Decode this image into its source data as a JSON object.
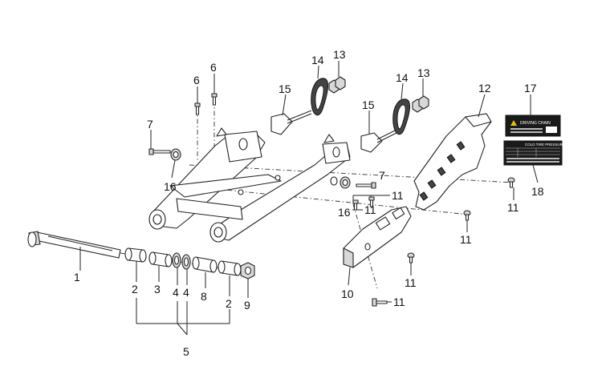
{
  "callouts": {
    "c1": "1",
    "c2a": "2",
    "c2b": "2",
    "c3": "3",
    "c4a": "4",
    "c4b": "4",
    "c5": "5",
    "c6a": "6",
    "c6b": "6",
    "c7a": "7",
    "c7b": "7",
    "c8": "8",
    "c9": "9",
    "c10": "10",
    "c11a": "11",
    "c11b": "11",
    "c11c": "11",
    "c11d": "11",
    "c11e": "11",
    "c11f": "11",
    "c12": "12",
    "c13a": "13",
    "c13b": "13",
    "c14a": "14",
    "c14b": "14",
    "c15a": "15",
    "c15b": "15",
    "c16a": "16",
    "c16b": "16",
    "c17": "17",
    "c18": "18"
  },
  "label17": {
    "title": "DRIVING CHAIN"
  },
  "label18": {
    "title": "COLD TIRE PRESSURE"
  }
}
